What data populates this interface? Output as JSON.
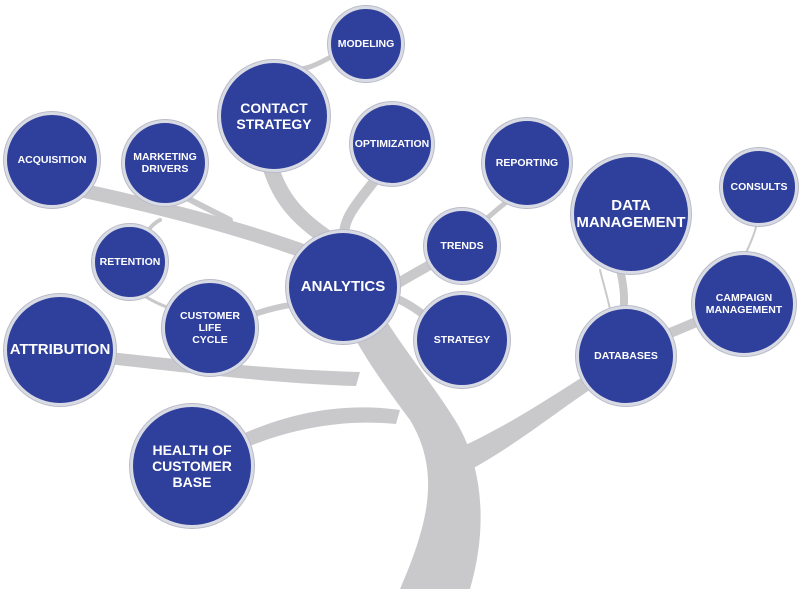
{
  "nodes": {
    "modeling": "MODELING",
    "contact_strategy": "CONTACT\nSTRATEGY",
    "optimization": "OPTIMIZATION",
    "acquisition": "ACQUISITION",
    "marketing_drivers": "MARKETING\nDRIVERS",
    "reporting": "REPORTING",
    "data_management": "DATA\nMANAGEMENT",
    "consults": "CONSULTS",
    "retention": "RETENTION",
    "trends": "TRENDS",
    "analytics": "ANALYTICS",
    "campaign_management": "CAMPAIGN\nMANAGEMENT",
    "attribution": "ATTRIBUTION",
    "customer_life_cycle": "CUSTOMER\nLIFE\nCYCLE",
    "strategy": "STRATEGY",
    "databases": "DATABASES",
    "health_of_customer_base": "HEALTH OF\nCUSTOMER\nBASE"
  },
  "colors": {
    "node_fill": "#2f3f9c",
    "node_border": "#d9dbe4",
    "branch": "#c9c9cc",
    "text": "#ffffff"
  }
}
